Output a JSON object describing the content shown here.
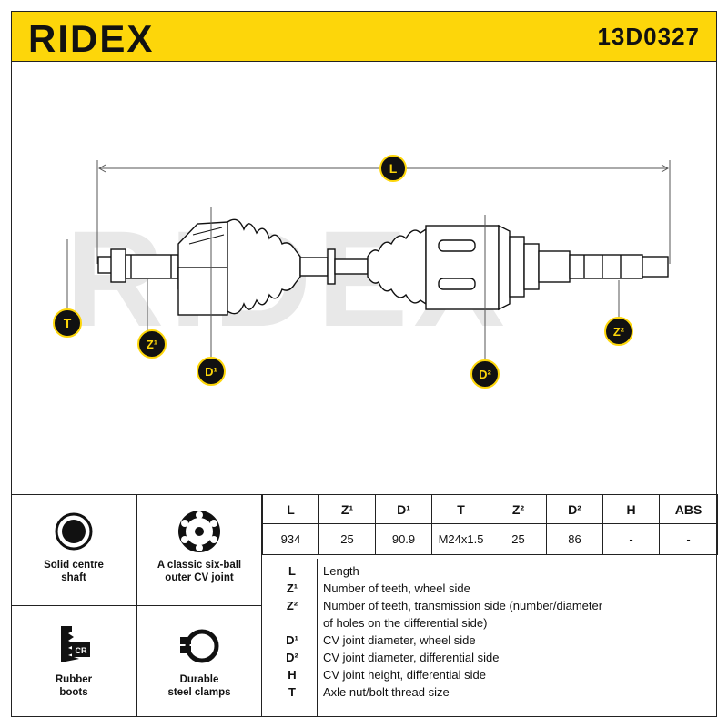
{
  "header": {
    "brand": "RIDEX",
    "part_number": "13D0327"
  },
  "diagram": {
    "labels": {
      "L": "L",
      "T": "T",
      "Z1": "Z¹",
      "Z2": "Z²",
      "D1": "D¹",
      "D2": "D²"
    },
    "watermark": "RIDEX"
  },
  "features": [
    {
      "label_line1": "Solid centre",
      "label_line2": "shaft",
      "icon": "solid-shaft-icon"
    },
    {
      "label_line1": "A classic six-ball",
      "label_line2": "outer CV joint",
      "icon": "six-ball-joint-icon"
    },
    {
      "label_line1": "Rubber",
      "label_line2": "boots",
      "icon": "rubber-boot-icon",
      "badge": "CR"
    },
    {
      "label_line1": "Durable",
      "label_line2": "steel clamps",
      "icon": "steel-clamp-icon"
    }
  ],
  "specs": {
    "headers": [
      "L",
      "Z¹",
      "D¹",
      "T",
      "Z²",
      "D²",
      "H",
      "ABS"
    ],
    "values": [
      "934",
      "25",
      "90.9",
      "M24x1.5",
      "25",
      "86",
      "-",
      "-"
    ]
  },
  "legend": [
    {
      "key": "L",
      "text": "Length"
    },
    {
      "key": "Z¹",
      "text": "Number of teeth, wheel side"
    },
    {
      "key": "Z²",
      "text": "Number of teeth, transmission side (number/diameter"
    },
    {
      "key": "",
      "text": "of holes on the differential side)"
    },
    {
      "key": "D¹",
      "text": "CV joint diameter, wheel side"
    },
    {
      "key": "D²",
      "text": "CV joint diameter, differential side"
    },
    {
      "key": "H",
      "text": "CV joint height, differential side"
    },
    {
      "key": "T",
      "text": "Axle nut/bolt thread size"
    }
  ],
  "colors": {
    "accent": "#fdd60a",
    "ink": "#111111",
    "watermark": "#e6e6e6"
  }
}
